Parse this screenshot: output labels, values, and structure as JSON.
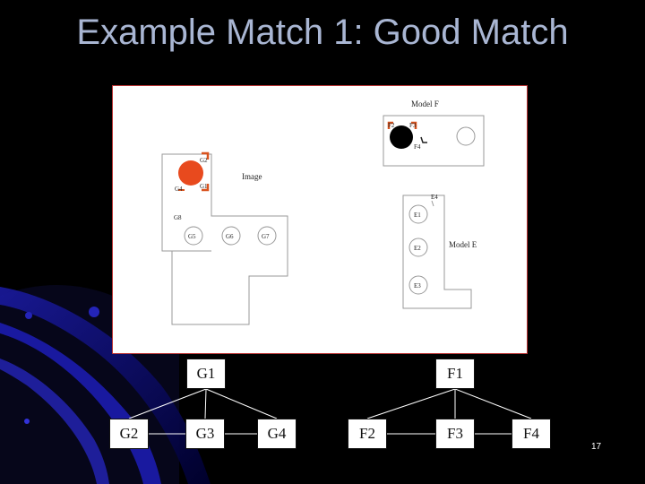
{
  "slide": {
    "title": "Example Match 1: Good Match",
    "page_number": "17"
  },
  "figure": {
    "model_f_label": "Model F",
    "model_e_label": "Model E",
    "image_label": "Image",
    "f_labels": {
      "f2": "F2",
      "f3": "F3",
      "f4": "F4"
    },
    "g_labels": {
      "g2": "G2",
      "g1": "G1",
      "g4": "G4",
      "g8": "G8",
      "g5": "G5",
      "g6": "G6",
      "g7": "G7"
    },
    "e_labels": {
      "e4": "E4",
      "e1": "E1",
      "e2": "E2",
      "e3": "E3"
    },
    "colors": {
      "image_circle": "#e84a1e",
      "model_circle": "#000000",
      "bracket": "#d9531e"
    }
  },
  "tree": {
    "nodes": {
      "g1": "G1",
      "g2": "G2",
      "g3": "G3",
      "g4": "G4",
      "f1": "F1",
      "f2": "F2",
      "f3": "F3",
      "f4": "F4"
    }
  }
}
